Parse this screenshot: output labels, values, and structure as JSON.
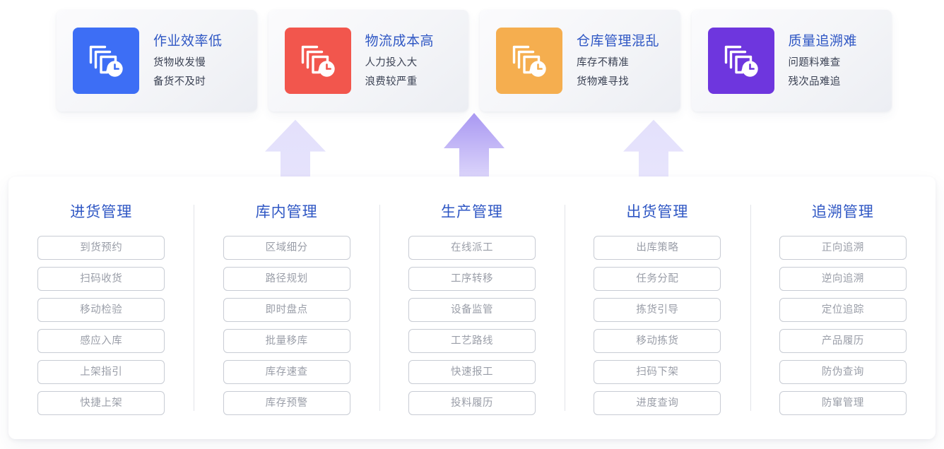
{
  "theme": {
    "title_blue": "#2f57c4",
    "body_text": "#3b4254",
    "item_text": "#9a9ea8",
    "item_border": "#c8ccd4",
    "divider": "#e2e4e9",
    "page_bg": "#ffffff",
    "card_bg_gradient_from": "#fbfbfd",
    "card_bg_gradient_to": "#eceef3"
  },
  "problem_cards": [
    {
      "title": "作业效率低",
      "lines": [
        "货物收发慢",
        "备货不及时"
      ],
      "icon": "documents-clock-icon",
      "icon_color": "#3c6df0",
      "icon_bg": "#3d6ef5"
    },
    {
      "title": "物流成本高",
      "lines": [
        "人力投入大",
        "浪费较严重"
      ],
      "icon": "documents-clock-icon",
      "icon_color": "#f1554c",
      "icon_bg": "#f2564d"
    },
    {
      "title": "仓库管理混乱",
      "lines": [
        "库存不精准",
        "货物难寻找"
      ],
      "icon": "documents-clock-icon",
      "icon_color": "#f4ad4e",
      "icon_bg": "#f5ae4f"
    },
    {
      "title": "质量追溯难",
      "lines": [
        "问题料难查",
        "残次品难追"
      ],
      "icon": "documents-clock-icon",
      "icon_color": "#6d35dd",
      "icon_bg": "#6e36de"
    }
  ],
  "arrows": [
    {
      "name": "arrow-up-left",
      "fill_top": "#e3e0fb",
      "fill_bottom": "#e6e3fc",
      "opacity": 1
    },
    {
      "name": "arrow-up-center",
      "fill_top": "#a998f2",
      "fill_bottom": "#ded8fb",
      "opacity": 1
    },
    {
      "name": "arrow-up-right",
      "fill_top": "#e3e0fb",
      "fill_bottom": "#e8e5fd",
      "opacity": 1
    }
  ],
  "modules": [
    {
      "title": "进货管理",
      "items": [
        "到货预约",
        "扫码收货",
        "移动检验",
        "感应入库",
        "上架指引",
        "快捷上架"
      ]
    },
    {
      "title": "库内管理",
      "items": [
        "区域细分",
        "路径规划",
        "即时盘点",
        "批量移库",
        "库存速查",
        "库存预警"
      ]
    },
    {
      "title": "生产管理",
      "items": [
        "在线派工",
        "工序转移",
        "设备监管",
        "工艺路线",
        "快速报工",
        "投料履历"
      ]
    },
    {
      "title": "出货管理",
      "items": [
        "出库策略",
        "任务分配",
        "拣货引导",
        "移动拣货",
        "扫码下架",
        "进度查询"
      ]
    },
    {
      "title": "追溯管理",
      "items": [
        "正向追溯",
        "逆向追溯",
        "定位追踪",
        "产品履历",
        "防伪查询",
        "防窜管理"
      ]
    }
  ]
}
